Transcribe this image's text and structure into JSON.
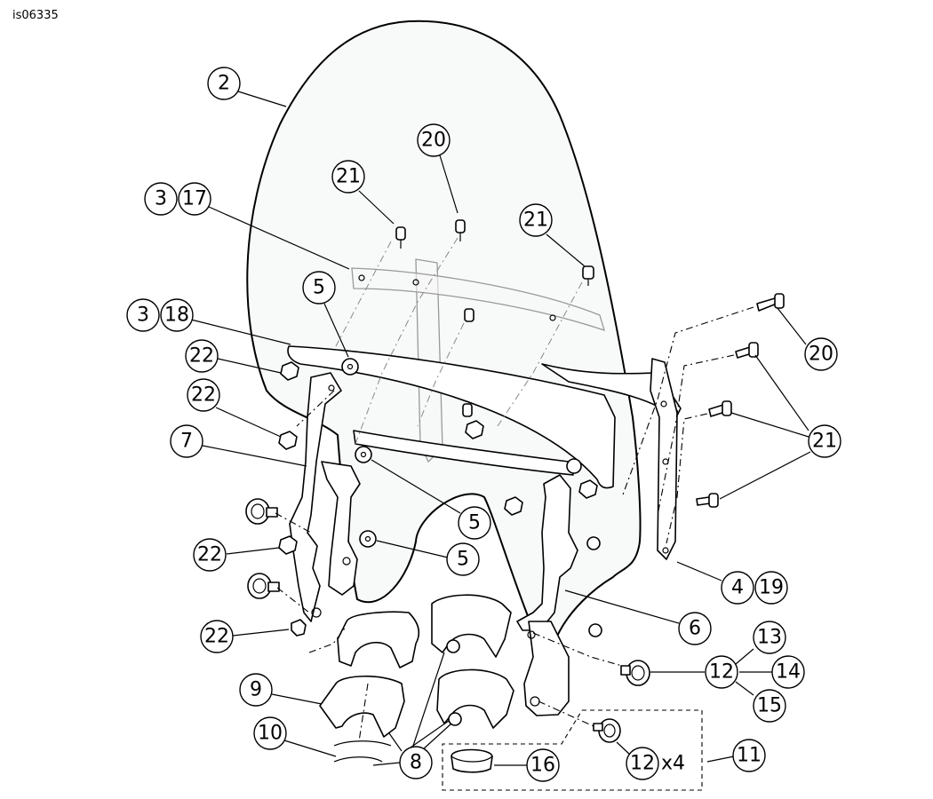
{
  "figure_id": "is06335",
  "callouts": {
    "c2": "2",
    "c20_top": "20",
    "c21_left": "21",
    "c21_right": "21",
    "c3_a": "3",
    "c17": "17",
    "c5_top": "5",
    "c3_b": "3",
    "c18": "18",
    "c22_a": "22",
    "c22_b": "22",
    "c7": "7",
    "c20_right": "20",
    "c21_side": "21",
    "c5_mid": "5",
    "c5_low": "5",
    "c22_c": "22",
    "c4": "4",
    "c19": "19",
    "c6": "6",
    "c22_d": "22",
    "c13": "13",
    "c12": "12",
    "c14": "14",
    "c15": "15",
    "c9": "9",
    "c10": "10",
    "c8": "8",
    "c16": "16",
    "c12_kit": "12",
    "c11": "11"
  },
  "kit_quantity": "x4"
}
